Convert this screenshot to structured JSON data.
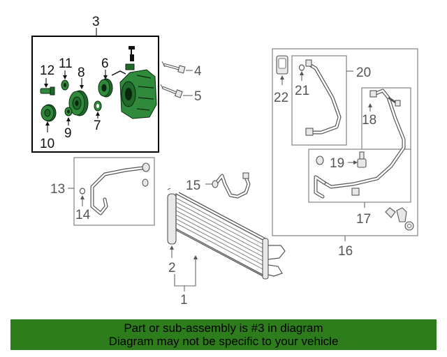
{
  "callouts": {
    "c1": "1",
    "c2": "2",
    "c3": "3",
    "c4": "4",
    "c5": "5",
    "c6": "6",
    "c7": "7",
    "c8": "8",
    "c9": "9",
    "c10": "10",
    "c11": "11",
    "c12": "12",
    "c13": "13",
    "c14": "14",
    "c15": "15",
    "c16": "16",
    "c17": "17",
    "c18": "18",
    "c19": "19",
    "c20": "20",
    "c21": "21",
    "c22": "22"
  },
  "banner": {
    "line1": "Part or sub-assembly is #3 in diagram",
    "line2": "Diagram may not be specific to your vehicle"
  },
  "colors": {
    "highlight_part": "#2f8a3c",
    "banner_bg": "#2e7d1c"
  }
}
